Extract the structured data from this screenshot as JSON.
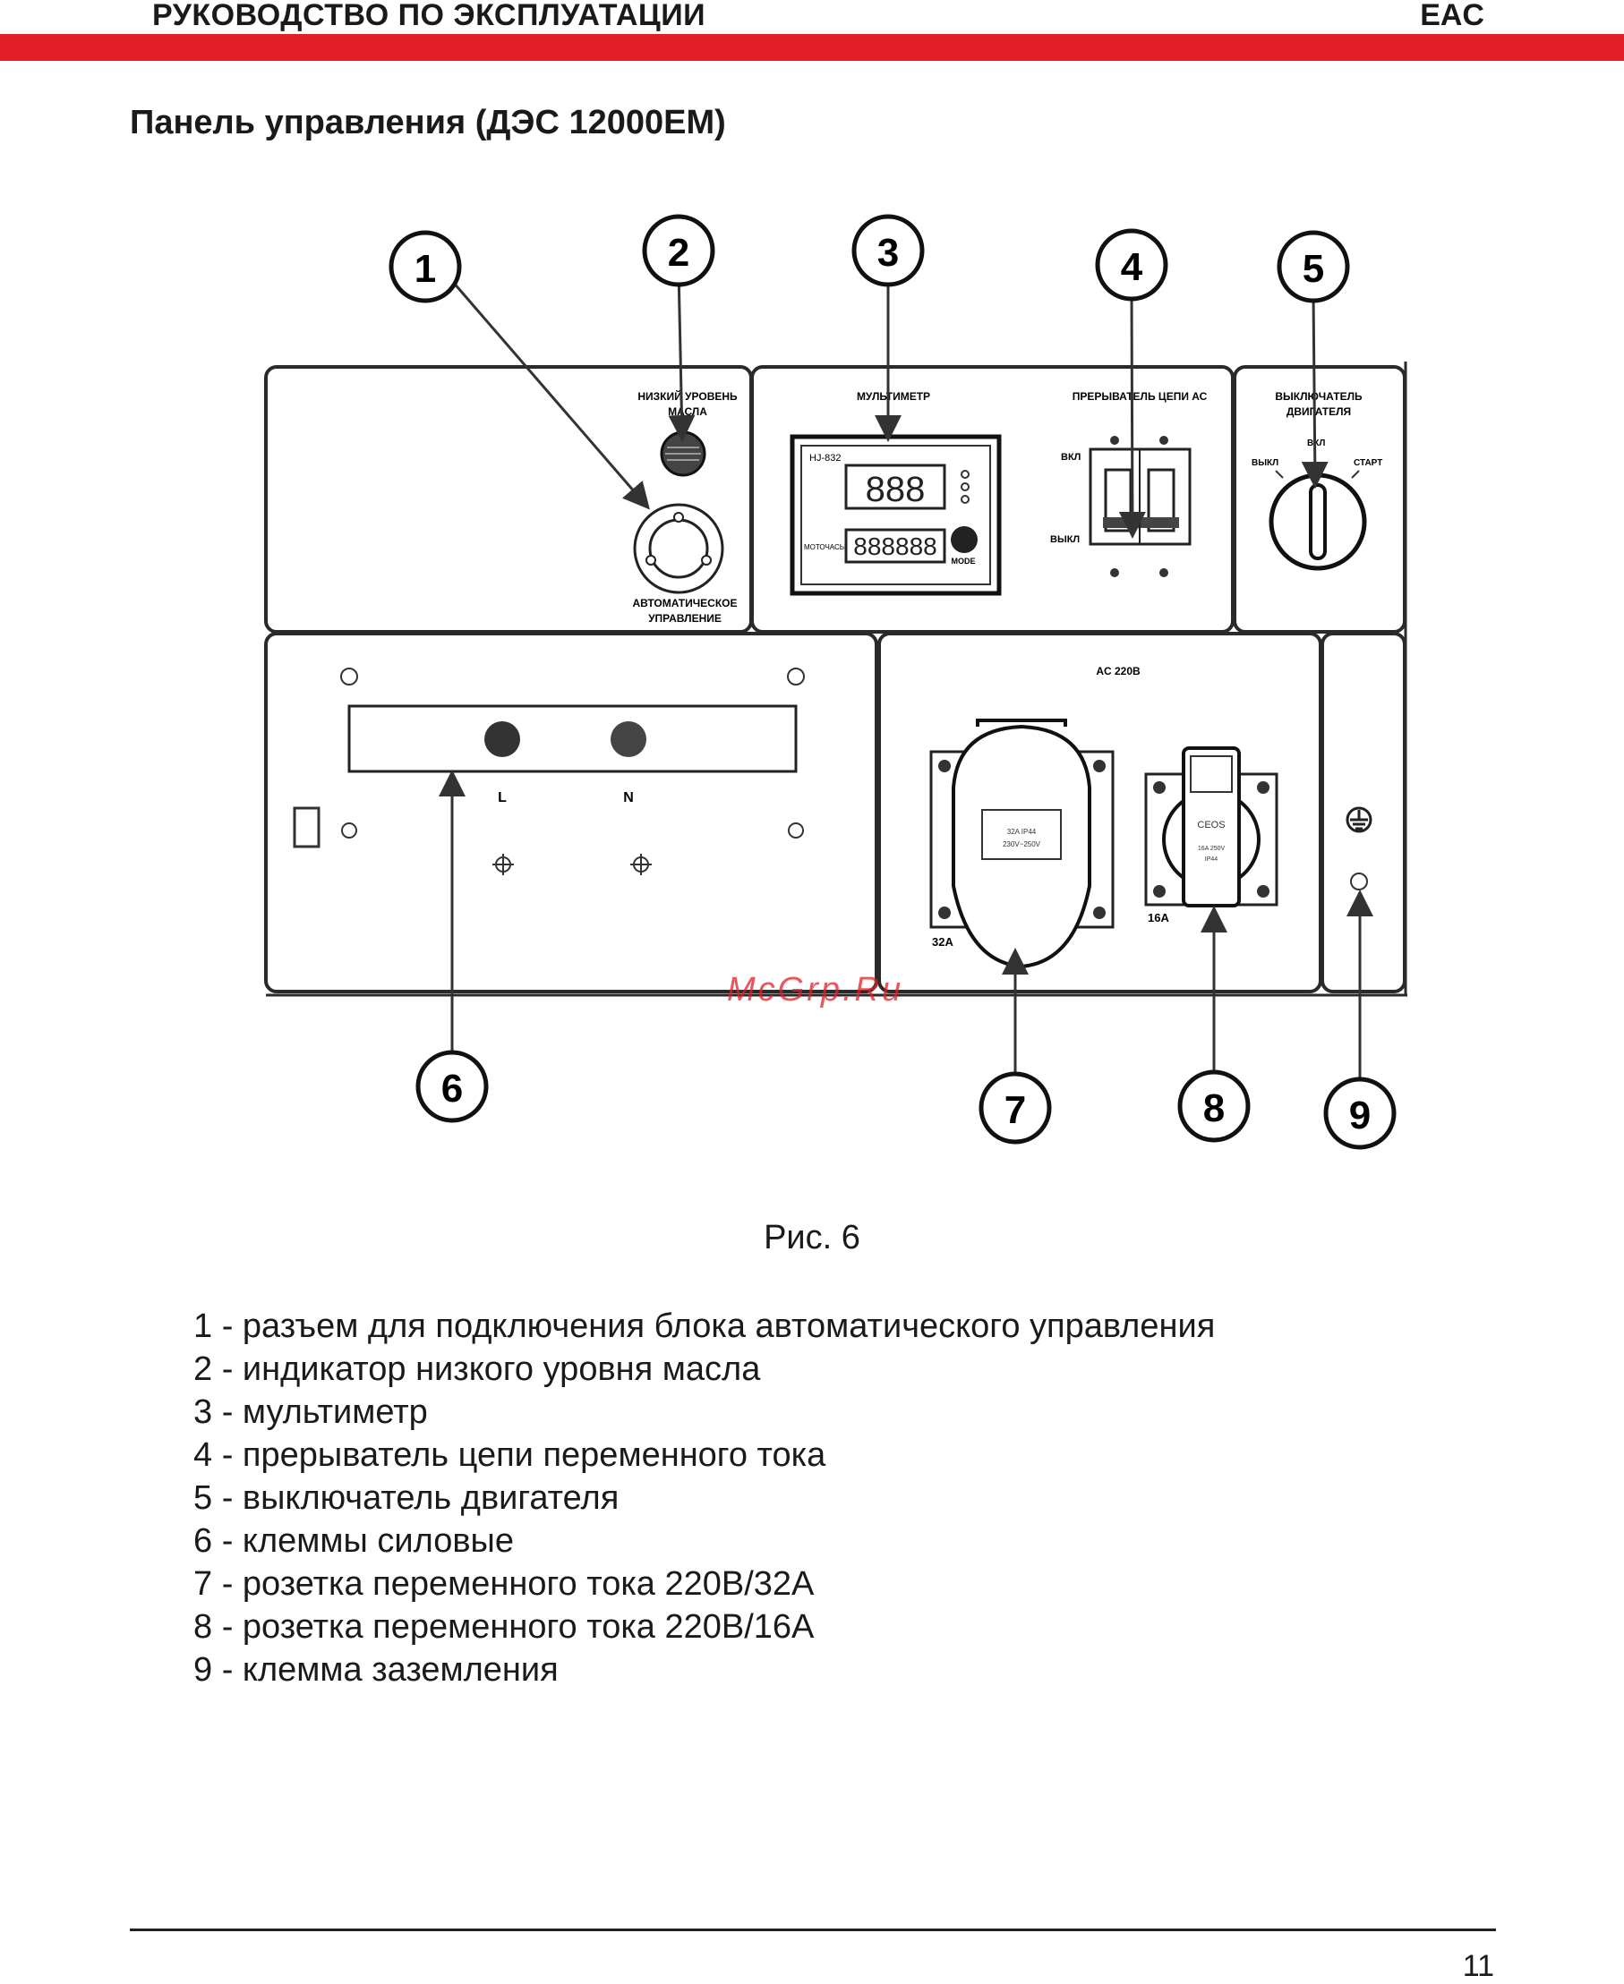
{
  "header": {
    "title": "РУКОВОДСТВО ПО ЭКСПЛУАТАЦИИ",
    "mark": "EAC"
  },
  "colors": {
    "accent": "#e21f26",
    "line": "#2a2a2a",
    "panel": "#ffffff"
  },
  "section_title": "Панель управления (ДЭС 12000ЕМ)",
  "watermark": "McGrp.Ru",
  "panel": {
    "oil_label": [
      "НИЗКИЙ УРОВЕНЬ",
      "МАСЛА"
    ],
    "auto_label": [
      "АВТОМАТИЧЕСКОЕ",
      "УПРАВЛЕНИЕ"
    ],
    "multimeter_label": "МУЛЬТИМЕТР",
    "multimeter_model": "HJ-832",
    "multimeter_hours": "МОТОЧАСЫ",
    "multimeter_mode": "MODE",
    "breaker_label": "ПРЕРЫВАТЕЛЬ ЦЕПИ АС",
    "breaker_on": "ВКЛ",
    "breaker_off": "ВЫКЛ",
    "switch_label": [
      "ВЫКЛЮЧАТЕЛЬ",
      "ДВИГАТЕЛЯ"
    ],
    "switch_off": "ВЫКЛ",
    "switch_on": "ВКЛ",
    "switch_start": "СТАРТ",
    "ac_label": "AC 220В",
    "terminal_l": "L",
    "terminal_n": "N",
    "socket_32": "32A",
    "socket_16": "16A"
  },
  "callouts": [
    "1",
    "2",
    "3",
    "4",
    "5",
    "6",
    "7",
    "8",
    "9"
  ],
  "figure_caption": "Рис. 6",
  "legend": [
    "1 - разъем для подключения блока автоматического управления",
    "2 - индикатор низкого уровня масла",
    "3 - мультиметр",
    "4 - прерыватель цепи переменного тока",
    "5 - выключатель двигателя",
    "6 - клеммы силовые",
    "7 - розетка переменного тока 220В/32А",
    "8 - розетка переменного тока 220В/16А",
    "9 - клемма заземления"
  ],
  "page_number": "11"
}
